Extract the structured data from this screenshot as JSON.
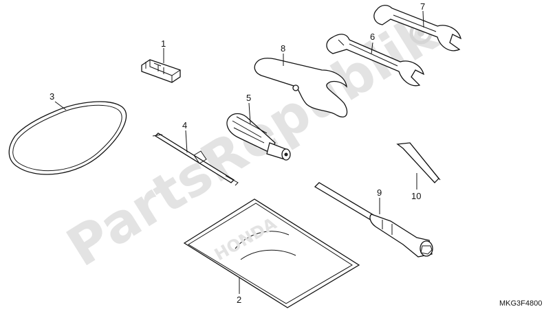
{
  "watermark": {
    "text": "PartsRepublik",
    "color": "#e3e3e3",
    "icon": "gear-icon"
  },
  "diagram_code": "MKG3F4800",
  "callouts": [
    {
      "id": "1",
      "part": "fuse-clip"
    },
    {
      "id": "2",
      "part": "tool-bag"
    },
    {
      "id": "3",
      "part": "belt-strap"
    },
    {
      "id": "4",
      "part": "screwdriver-shaft"
    },
    {
      "id": "5",
      "part": "screwdriver-grip"
    },
    {
      "id": "6",
      "part": "open-end-wrench"
    },
    {
      "id": "7",
      "part": "open-end-wrench-large"
    },
    {
      "id": "8",
      "part": "pin-spanner"
    },
    {
      "id": "9",
      "part": "spark-plug-wrench"
    },
    {
      "id": "10",
      "part": "hex-key"
    }
  ],
  "bag_brand": "HONDA"
}
